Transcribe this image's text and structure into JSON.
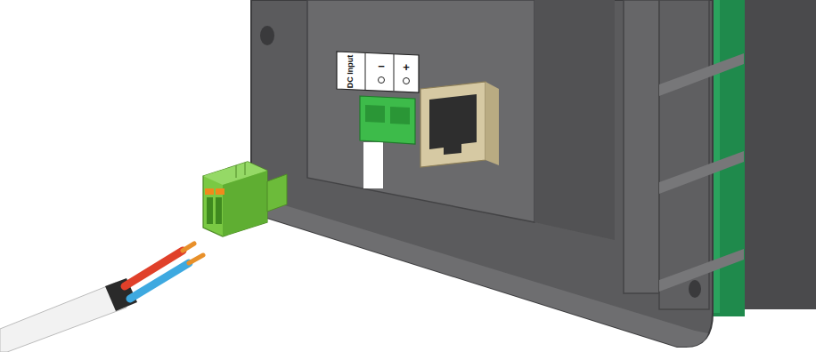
{
  "diagram": {
    "labels": [
      "DC Input",
      "−",
      "+"
    ]
  }
}
